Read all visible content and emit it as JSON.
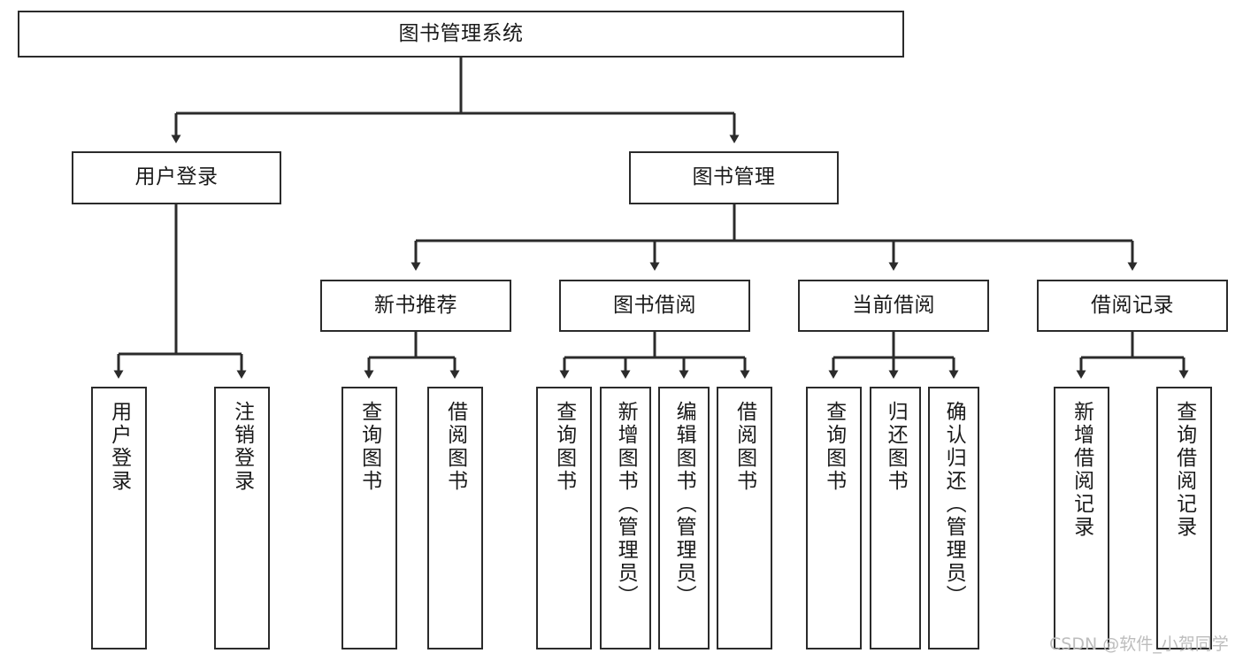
{
  "diagram": {
    "title": "图书管理系统",
    "type": "tree-hierarchy",
    "watermark": "CSDN @软件_小贺同学",
    "colors": {
      "border": "#2b2b2b",
      "background": "#ffffff",
      "text": "#1a1a1a",
      "connector": "#2b2b2b",
      "watermark": "#bdbdbd"
    },
    "root": {
      "label": "图书管理系统"
    },
    "level2": [
      {
        "label": "用户登录"
      },
      {
        "label": "图书管理"
      }
    ],
    "level3": [
      {
        "label": "新书推荐"
      },
      {
        "label": "图书借阅"
      },
      {
        "label": "当前借阅"
      },
      {
        "label": "借阅记录"
      }
    ],
    "leaves": {
      "user_login": [
        {
          "label": "用户登录"
        },
        {
          "label": "注销登录"
        }
      ],
      "new_book_recommend": [
        {
          "label": "查询图书"
        },
        {
          "label": "借阅图书"
        }
      ],
      "book_borrow": [
        {
          "label": "查询图书"
        },
        {
          "label": "新增图书（管理员）"
        },
        {
          "label": "编辑图书（管理员）"
        },
        {
          "label": "借阅图书"
        }
      ],
      "current_borrow": [
        {
          "label": "查询图书"
        },
        {
          "label": "归还图书"
        },
        {
          "label": "确认归还（管理员）"
        }
      ],
      "borrow_record": [
        {
          "label": "新增借阅记录"
        },
        {
          "label": "查询借阅记录"
        }
      ]
    }
  }
}
